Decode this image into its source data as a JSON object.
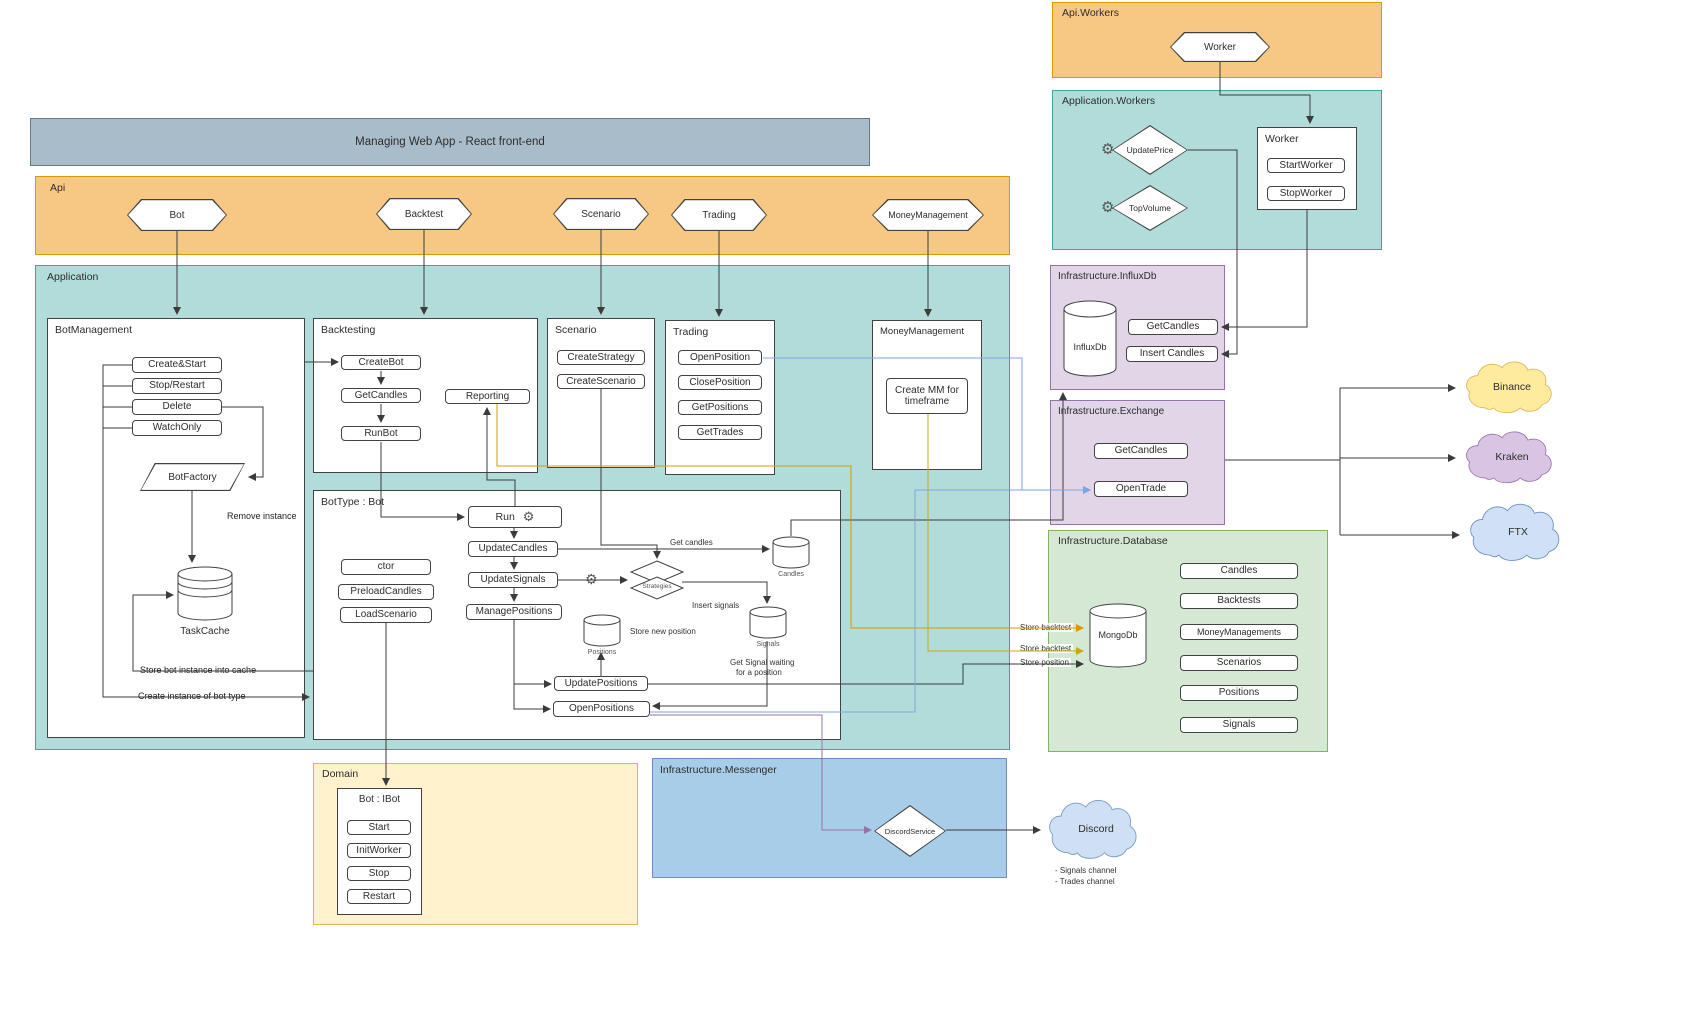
{
  "palette": {
    "orange": "#f7c883",
    "teal": "#b2dcd9",
    "yellow": "#fff2cc",
    "blue": "#a8cde9",
    "purple": "#e1d5e7",
    "green": "#d5e8d4",
    "gray": "#a9bcc9"
  },
  "icons": {
    "gear": "⚙"
  },
  "header": {
    "title": "Managing Web App - React front-end"
  },
  "api": {
    "title": "Api",
    "items": [
      "Bot",
      "Backtest",
      "Scenario",
      "Trading",
      "MoneyManagement"
    ]
  },
  "apiWorkers": {
    "title": "Api.Workers",
    "worker": "Worker"
  },
  "appWorkers": {
    "title": "Application.Workers",
    "jobs": [
      "UpdatePrice",
      "TopVolume"
    ],
    "worker": {
      "title": "Worker",
      "buttons": [
        "StartWorker",
        "StopWorker"
      ]
    }
  },
  "application": {
    "title": "Application",
    "botManagement": {
      "title": "BotManagement",
      "buttons": [
        "Create&Start",
        "Stop/Restart",
        "Delete",
        "WatchOnly"
      ],
      "factory": "BotFactory",
      "cache": "TaskCache",
      "removeInstance": "Remove instance",
      "storeCache": "Store bot instance into cache",
      "createInstance": "Create instance of bot type"
    },
    "backtesting": {
      "title": "Backtesting",
      "buttons": [
        "CreateBot",
        "GetCandles",
        "RunBot"
      ],
      "reporting": "Reporting"
    },
    "scenario": {
      "title": "Scenario",
      "buttons": [
        "CreateStrategy",
        "CreateScenario"
      ]
    },
    "trading": {
      "title": "Trading",
      "buttons": [
        "OpenPosition",
        "ClosePosition",
        "GetPositions",
        "GetTrades"
      ]
    },
    "moneyManagement": {
      "title": "MoneyManagement",
      "button": "Create MM for timeframe"
    },
    "botType": {
      "title": "BotType : Bot",
      "run": "Run",
      "pipeline": [
        "UpdateCandles",
        "UpdateSignals",
        "ManagePositions"
      ],
      "ctor": [
        "ctor",
        "PreloadCandles",
        "LoadScenario"
      ],
      "positions": [
        "UpdatePositions",
        "OpenPositions"
      ],
      "candles": "Candles",
      "positionsDb": "Positions",
      "signalsDb": "Signals",
      "strategies": "Strategies",
      "getCandles": "Get candles",
      "insertSignals": "Insert signals",
      "storeNewPosition": "Store new position",
      "getSignal1": "Get Signal waiting",
      "getSignal2": "for a position"
    }
  },
  "domain": {
    "title": "Domain",
    "bot": {
      "title": "Bot : IBot",
      "buttons": [
        "Start",
        "InitWorker",
        "Stop",
        "Restart"
      ]
    }
  },
  "messenger": {
    "title": "Infrastructure.Messenger",
    "service": "DiscordService"
  },
  "influx": {
    "title": "Infrastructure.InfluxDb",
    "db": "InfluxDb",
    "buttons": [
      "GetCandles",
      "Insert Candles"
    ]
  },
  "exchange": {
    "title": "Infrastructure.Exchange",
    "buttons": [
      "GetCandles",
      "OpenTrade"
    ]
  },
  "database": {
    "title": "Infrastructure.Database",
    "db": "MongoDb",
    "collections": [
      "Candles",
      "Backtests",
      "MoneyManagements",
      "Scenarios",
      "Positions",
      "Signals"
    ]
  },
  "clouds": {
    "binance": "Binance",
    "kraken": "Kraken",
    "ftx": "FTX",
    "discord": "Discord"
  },
  "edges": {
    "storeBacktest1": "Store backtest",
    "storeBacktest2": "Store backtest",
    "storePosition": "Store position"
  },
  "notes": {
    "discord1": "- Signals channel",
    "discord2": "- Trades channel"
  }
}
